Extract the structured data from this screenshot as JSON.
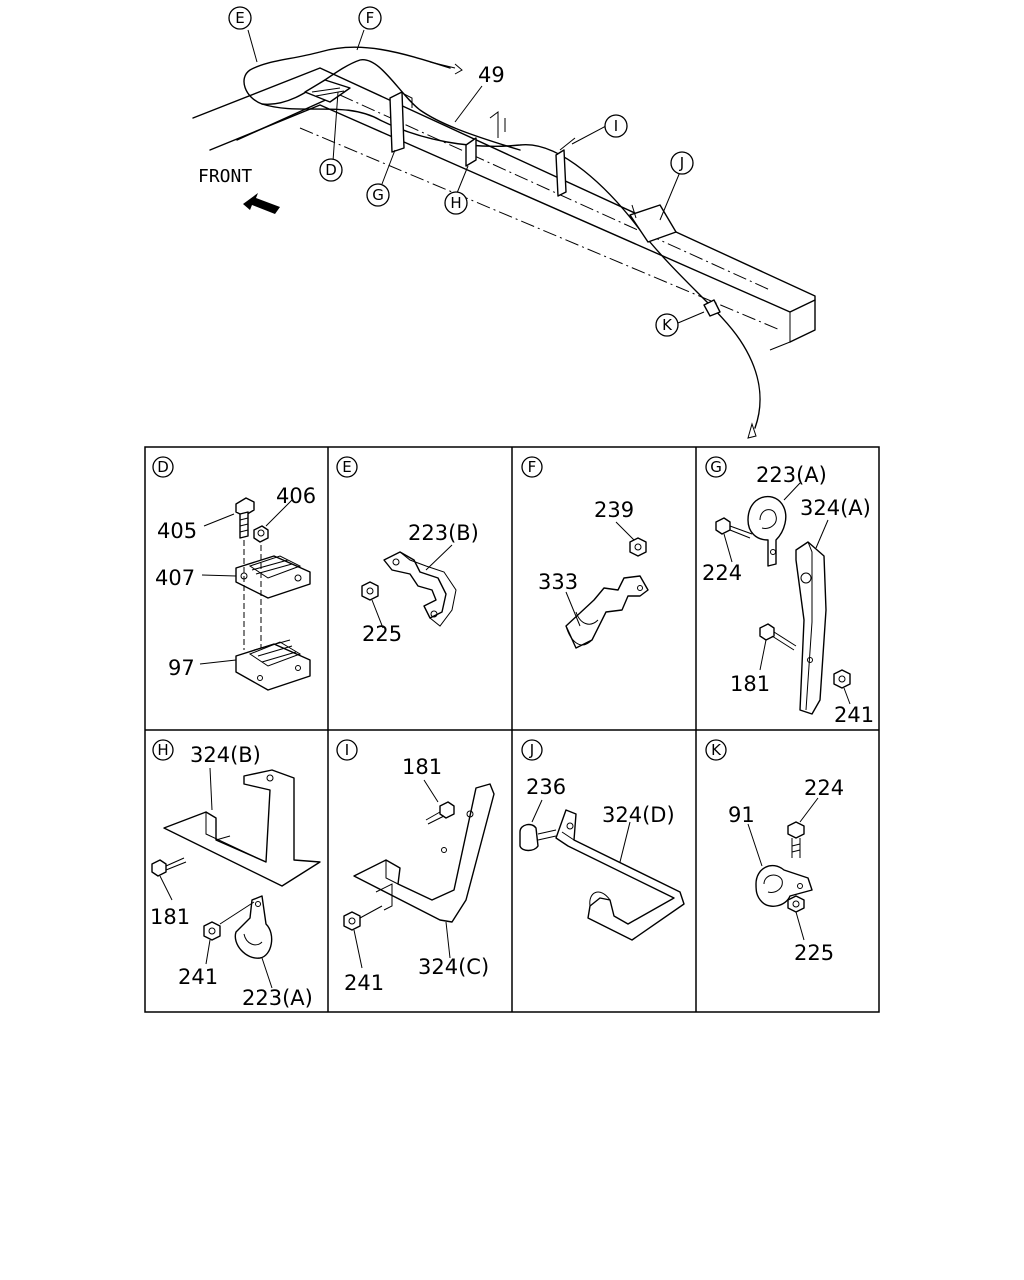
{
  "overview": {
    "front_label": "FRONT",
    "cable_part": "49",
    "callouts": [
      "E",
      "F",
      "D",
      "G",
      "H",
      "I",
      "J",
      "K"
    ]
  },
  "panels": [
    {
      "id": "D",
      "parts": [
        "405",
        "406",
        "407",
        "97"
      ]
    },
    {
      "id": "E",
      "parts": [
        "223(B)",
        "225"
      ]
    },
    {
      "id": "F",
      "parts": [
        "239",
        "333"
      ]
    },
    {
      "id": "G",
      "parts": [
        "223(A)",
        "324(A)",
        "224",
        "181",
        "241"
      ]
    },
    {
      "id": "H",
      "parts": [
        "324(B)",
        "181",
        "241",
        "223(A)"
      ]
    },
    {
      "id": "I",
      "parts": [
        "181",
        "241",
        "324(C)"
      ]
    },
    {
      "id": "J",
      "parts": [
        "236",
        "324(D)"
      ]
    },
    {
      "id": "K",
      "parts": [
        "224",
        "91",
        "225"
      ]
    }
  ]
}
